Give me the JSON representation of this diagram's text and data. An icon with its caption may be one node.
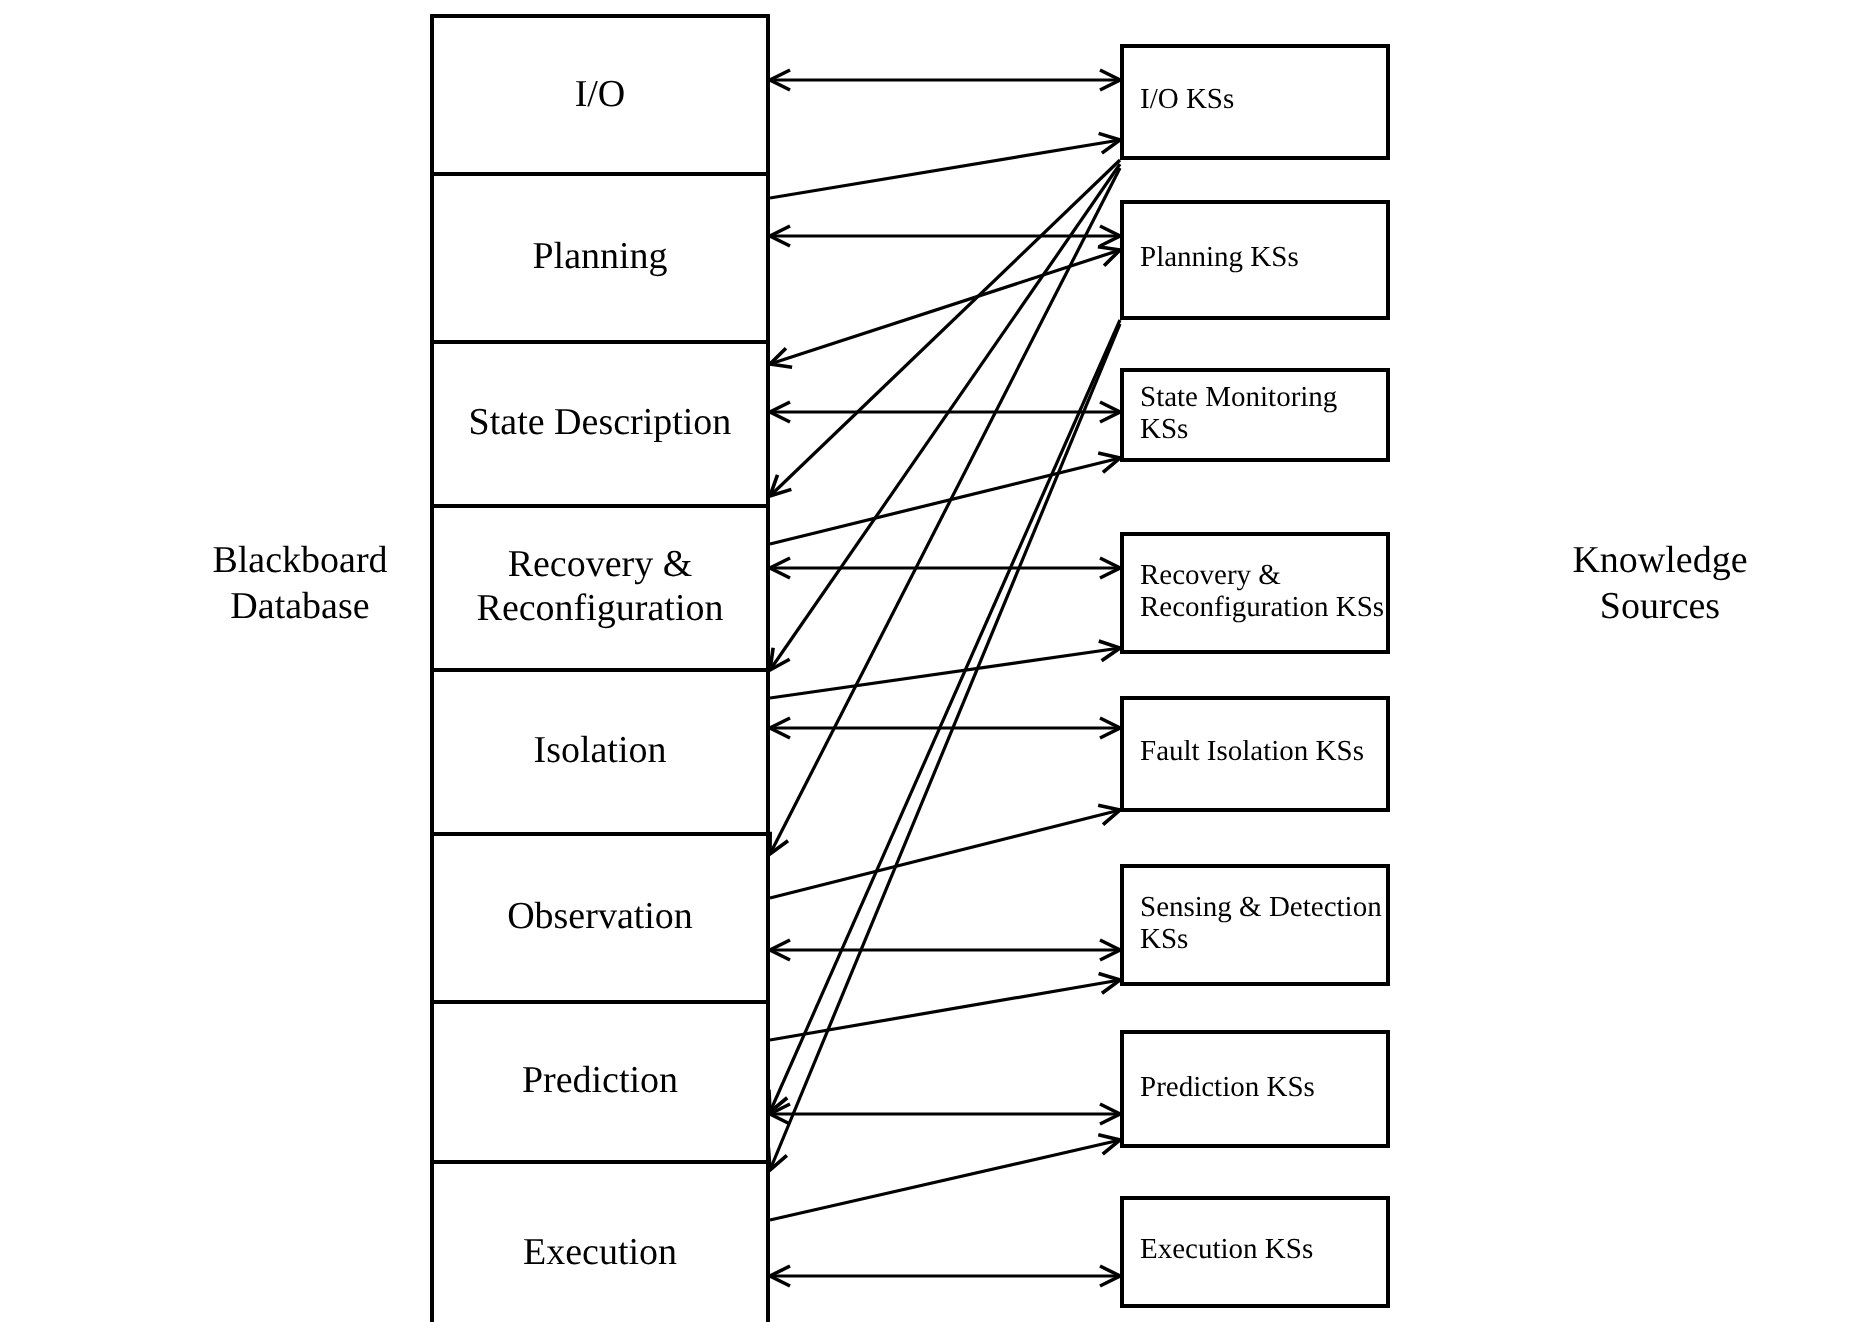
{
  "diagram": {
    "nodes": [
      {
        "text": [
          "I/O"
        ]
      },
      {
        "text": [
          "Planning"
        ]
      },
      {
        "text": [
          "State Description"
        ]
      },
      {
        "text": [
          "Recovery & Reconfiguration"
        ]
      },
      {
        "text": [
          "Isolation"
        ]
      },
      {
        "text": [
          "Observation"
        ]
      },
      {
        "text": [
          "Prediction"
        ]
      },
      {
        "text": [
          "Execution"
        ]
      },
      {
        "text": [
          "I/O KSs"
        ]
      },
      {
        "text": [
          "Planning KSs"
        ]
      },
      {
        "text": [
          "State Monitoring KSs"
        ]
      },
      {
        "text": [
          "Recovery & Reconfiguration KSs"
        ]
      },
      {
        "text": [
          "Fault Isolation KSs"
        ]
      },
      {
        "text": [
          "Sensing & Detection KSs"
        ]
      },
      {
        "text": [
          "Prediction KSs"
        ]
      },
      {
        "text": [
          "Execution KSs"
        ]
      }
    ],
    "edges": [
      {
        "from": 0,
        "to": 8,
        "arrow": "both"
      },
      {
        "from": 1,
        "to": 9,
        "arrow": "both"
      },
      {
        "from": 2,
        "to": 10,
        "arrow": "both"
      },
      {
        "from": 3,
        "to": 11,
        "arrow": "both"
      },
      {
        "from": 4,
        "to": 12,
        "arrow": "both"
      },
      {
        "from": 5,
        "to": 13,
        "arrow": "both"
      },
      {
        "from": 6,
        "to": 14,
        "arrow": "both"
      },
      {
        "from": 7,
        "to": 15,
        "arrow": "both"
      },
      {
        "from": 1,
        "to": 8,
        "arrow": "to"
      },
      {
        "from": 2,
        "to": 9,
        "arrow": "both"
      },
      {
        "from": 3,
        "to": 10,
        "arrow": "to"
      },
      {
        "from": 4,
        "to": 11,
        "arrow": "to"
      },
      {
        "from": 5,
        "to": 12,
        "arrow": "to"
      },
      {
        "from": 6,
        "to": 13,
        "arrow": "to"
      },
      {
        "from": 7,
        "to": 14,
        "arrow": "to"
      },
      {
        "from": 8,
        "to": 3,
        "arrow": "to"
      },
      {
        "from": 8,
        "to": 4,
        "arrow": "to"
      },
      {
        "from": 8,
        "to": 5,
        "arrow": "to"
      },
      {
        "from": 9,
        "to": 6,
        "arrow": "to"
      },
      {
        "from": 9,
        "to": 7,
        "arrow": "to"
      }
    ],
    "labels": [
      "Blackboard Database",
      "Knowledge Sources"
    ]
  }
}
